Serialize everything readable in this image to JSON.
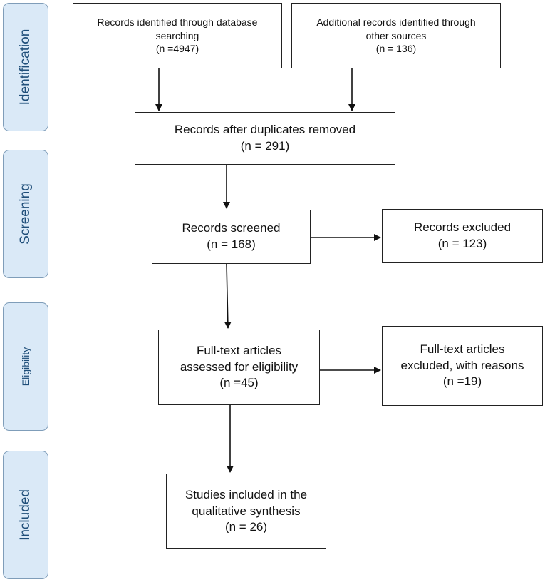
{
  "phases": {
    "identification": "Identification",
    "screening": "Screening",
    "eligibility": "Eligibility",
    "included": "Included"
  },
  "boxes": {
    "database_search": {
      "line1": "Records identified through database",
      "line2": "searching",
      "line3": "(n =4947)"
    },
    "other_sources": {
      "line1": "Additional records identified through",
      "line2": "other sources",
      "line3": "(n = 136)"
    },
    "duplicates_removed": {
      "line1": "Records after duplicates removed",
      "line2": "(n = 291)"
    },
    "screened": {
      "line1": "Records screened",
      "line2": "(n = 168)"
    },
    "excluded": {
      "line1": "Records excluded",
      "line2": "(n = 123)"
    },
    "fulltext_assessed": {
      "line1": "Full-text articles",
      "line2": "assessed for eligibility",
      "line3": "(n =45)"
    },
    "fulltext_excluded": {
      "line1": "Full-text articles",
      "line2": "excluded, with reasons",
      "line3": "(n =19)"
    },
    "included_studies": {
      "line1": "Studies included in the",
      "line2": "qualitative synthesis",
      "line3": "(n = 26)"
    }
  }
}
